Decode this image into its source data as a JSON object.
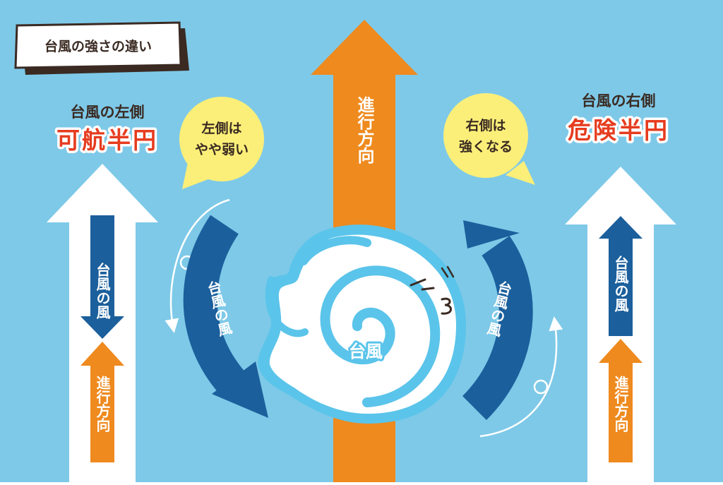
{
  "title": "台風の強さの違い",
  "left": {
    "heading": "台風の左側",
    "zone": "可航半円",
    "bubble_line1": "左側は",
    "bubble_line2": "やや弱い",
    "wind_label": "台風の風",
    "direction_label": "進行方向"
  },
  "right": {
    "heading": "台風の右側",
    "zone": "危険半円",
    "bubble_line1": "右側は",
    "bubble_line2": "強くなる",
    "wind_label": "台風の風",
    "direction_label": "進行方向"
  },
  "center": {
    "direction_label": "進行方向",
    "typhoon_label": "台風",
    "swirl_wind_label": "台風の風"
  },
  "colors": {
    "sky": "#7ec9e8",
    "orange": "#ee8a1e",
    "navy": "#1b5f9c",
    "white": "#ffffff",
    "bubble": "#fbef79",
    "red": "#e63c1f",
    "dark": "#3a2a22",
    "swirl": "#5bc4ea"
  }
}
